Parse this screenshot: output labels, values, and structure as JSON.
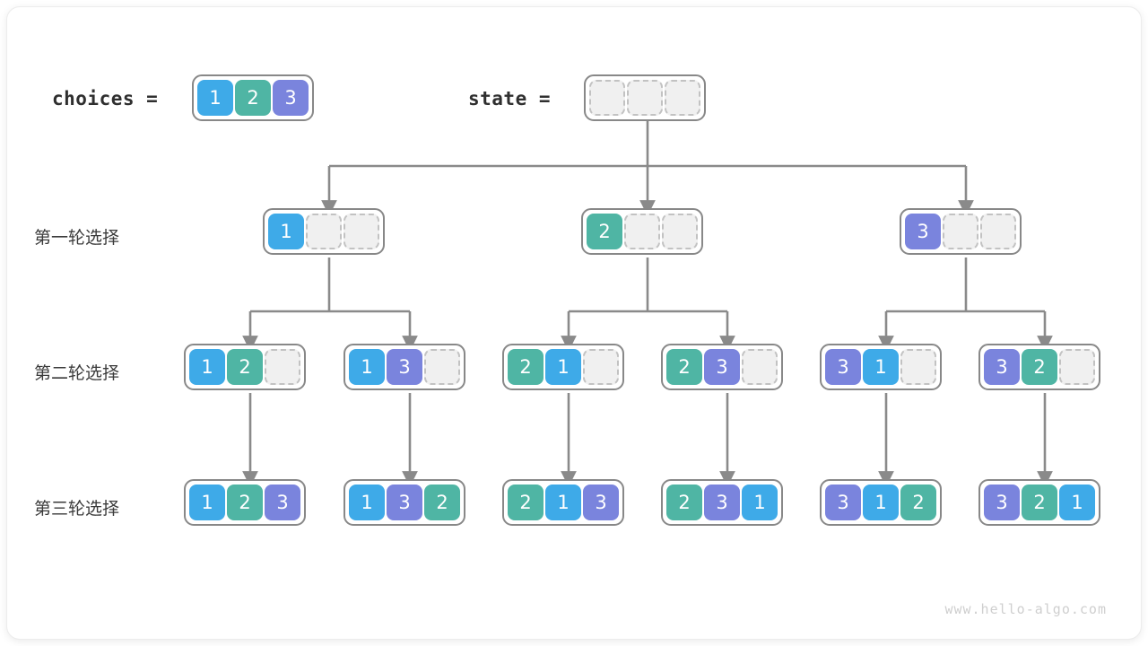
{
  "meta": {
    "watermark": "www.hello-algo.com"
  },
  "header": {
    "choices_label": "choices =",
    "state_label": "state =",
    "choices_values": [
      "1",
      "2",
      "3"
    ],
    "state_values": [
      "",
      "",
      ""
    ]
  },
  "colors": {
    "value_1": "#3eaae8",
    "value_2": "#4fb5a4",
    "value_3": "#7a84dd",
    "empty_cell_bg": "#f0f0f0",
    "empty_cell_border": "#c2c2c2",
    "node_border": "#888888",
    "connector": "#8a8a8a",
    "text": "#3a3a3a",
    "watermark": "#cfcfcf"
  },
  "rows": [
    {
      "label": "第一轮选择",
      "nodes": [
        {
          "cells": [
            "1",
            "",
            ""
          ]
        },
        {
          "cells": [
            "2",
            "",
            ""
          ]
        },
        {
          "cells": [
            "3",
            "",
            ""
          ]
        }
      ]
    },
    {
      "label": "第二轮选择",
      "nodes": [
        {
          "cells": [
            "1",
            "2",
            ""
          ]
        },
        {
          "cells": [
            "1",
            "3",
            ""
          ]
        },
        {
          "cells": [
            "2",
            "1",
            ""
          ]
        },
        {
          "cells": [
            "2",
            "3",
            ""
          ]
        },
        {
          "cells": [
            "3",
            "1",
            ""
          ]
        },
        {
          "cells": [
            "3",
            "2",
            ""
          ]
        }
      ]
    },
    {
      "label": "第三轮选择",
      "nodes": [
        {
          "cells": [
            "1",
            "2",
            "3"
          ]
        },
        {
          "cells": [
            "1",
            "3",
            "2"
          ]
        },
        {
          "cells": [
            "2",
            "1",
            "3"
          ]
        },
        {
          "cells": [
            "2",
            "3",
            "1"
          ]
        },
        {
          "cells": [
            "3",
            "1",
            "2"
          ]
        },
        {
          "cells": [
            "3",
            "2",
            "1"
          ]
        }
      ]
    }
  ]
}
